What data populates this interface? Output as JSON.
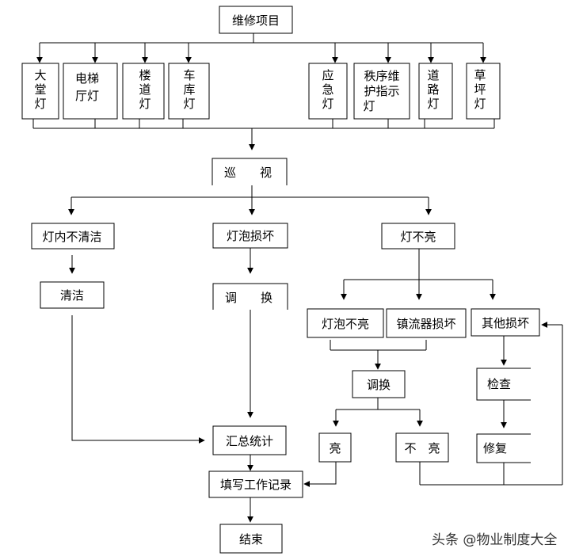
{
  "nodes": {
    "start": "维修项目",
    "lamp_hall_1": "大",
    "lamp_hall_2": "堂",
    "lamp_hall_3": "灯",
    "lamp_elevator_1": "电梯",
    "lamp_elevator_2": "厅灯",
    "lamp_stair_1": "楼",
    "lamp_stair_2": "道",
    "lamp_stair_3": "灯",
    "lamp_garage_1": "车",
    "lamp_garage_2": "库",
    "lamp_garage_3": "灯",
    "lamp_emergency_1": "应",
    "lamp_emergency_2": "急",
    "lamp_emergency_3": "灯",
    "lamp_order_1": "秩序维",
    "lamp_order_2": "护指示",
    "lamp_order_3": "灯",
    "lamp_road_1": "道",
    "lamp_road_2": "路",
    "lamp_road_3": "灯",
    "lamp_lawn_1": "草",
    "lamp_lawn_2": "坪",
    "lamp_lawn_3": "灯",
    "patrol": "巡　　视",
    "not_clean": "灯内不清洁",
    "bulb_broken": "灯泡损坏",
    "not_lit": "灯不亮",
    "clean": "清洁",
    "replace": "调　　换",
    "bulb_not_lit": "灯泡不亮",
    "ballast_broken": "镇流器损坏",
    "other_damage": "其他损坏",
    "replace2": "调换",
    "inspect": "检查",
    "lit": "亮",
    "still_not_lit": "不　亮",
    "repair": "修复",
    "summary": "汇总统计",
    "record": "填写工作记录",
    "end": "结束"
  },
  "watermark": "头条 @物业制度大全"
}
